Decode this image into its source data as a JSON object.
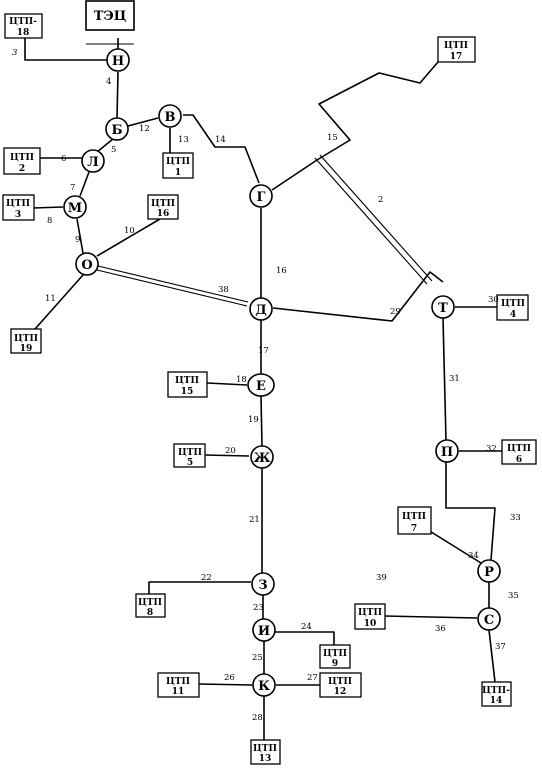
{
  "nodes": [
    {
      "id": "N",
      "label": "Н"
    },
    {
      "id": "B",
      "label": "Б"
    },
    {
      "id": "V",
      "label": "В"
    },
    {
      "id": "L",
      "label": "Л"
    },
    {
      "id": "M",
      "label": "М"
    },
    {
      "id": "O",
      "label": "О"
    },
    {
      "id": "G",
      "label": "Г"
    },
    {
      "id": "D",
      "label": "Д"
    },
    {
      "id": "T",
      "label": "Т"
    },
    {
      "id": "E",
      "label": "Е"
    },
    {
      "id": "ZH",
      "label": "Ж"
    },
    {
      "id": "P",
      "label": "П"
    },
    {
      "id": "R",
      "label": "Р"
    },
    {
      "id": "S",
      "label": "С"
    },
    {
      "id": "Z",
      "label": "З"
    },
    {
      "id": "I",
      "label": "И"
    },
    {
      "id": "K",
      "label": "К"
    }
  ],
  "source": {
    "label": "ТЭЦ"
  },
  "substations": [
    {
      "id": "c18",
      "line1": "ЦТП-",
      "line2": "18"
    },
    {
      "id": "c17",
      "line1": "ЦТП",
      "line2": "17"
    },
    {
      "id": "c2",
      "line1": "ЦТП",
      "line2": "2"
    },
    {
      "id": "c1",
      "line1": "ЦТП",
      "line2": "1"
    },
    {
      "id": "c3",
      "line1": "ЦТП",
      "line2": "3"
    },
    {
      "id": "c16",
      "line1": "ЦТП",
      "line2": "16"
    },
    {
      "id": "c19",
      "line1": "ЦТП",
      "line2": "19"
    },
    {
      "id": "c4",
      "line1": "ЦТП",
      "line2": "4"
    },
    {
      "id": "c15",
      "line1": "ЦТП",
      "line2": "15"
    },
    {
      "id": "c5",
      "line1": "ЦТП",
      "line2": "5"
    },
    {
      "id": "c6",
      "line1": "ЦТП",
      "line2": "6"
    },
    {
      "id": "c7",
      "line1": "ЦТП",
      "line2": "7"
    },
    {
      "id": "c8",
      "line1": "ЦТП",
      "line2": "8"
    },
    {
      "id": "c10",
      "line1": "ЦТП",
      "line2": "10"
    },
    {
      "id": "c9",
      "line1": "ЦТП",
      "line2": "9"
    },
    {
      "id": "c11",
      "line1": "ЦТП",
      "line2": "11"
    },
    {
      "id": "c12",
      "line1": "ЦТП",
      "line2": "12"
    },
    {
      "id": "c14",
      "line1": "ЦТП-",
      "line2": "14"
    },
    {
      "id": "c13",
      "line1": "ЦТП",
      "line2": "13"
    }
  ],
  "segments": [
    {
      "id": "s2",
      "label": "2"
    },
    {
      "id": "s3",
      "label": "3"
    },
    {
      "id": "s4",
      "label": "4"
    },
    {
      "id": "s5",
      "label": "5"
    },
    {
      "id": "s6",
      "label": "6"
    },
    {
      "id": "s7",
      "label": "7"
    },
    {
      "id": "s8",
      "label": "8"
    },
    {
      "id": "s9",
      "label": "9"
    },
    {
      "id": "s10",
      "label": "10"
    },
    {
      "id": "s11",
      "label": "11"
    },
    {
      "id": "s12",
      "label": "12"
    },
    {
      "id": "s13",
      "label": "13"
    },
    {
      "id": "s14",
      "label": "14"
    },
    {
      "id": "s15",
      "label": "15"
    },
    {
      "id": "s16",
      "label": "16"
    },
    {
      "id": "s17",
      "label": "17"
    },
    {
      "id": "s18",
      "label": "18"
    },
    {
      "id": "s19",
      "label": "19"
    },
    {
      "id": "s20",
      "label": "20"
    },
    {
      "id": "s21",
      "label": "21"
    },
    {
      "id": "s22",
      "label": "22"
    },
    {
      "id": "s23",
      "label": "23"
    },
    {
      "id": "s24",
      "label": "24"
    },
    {
      "id": "s25",
      "label": "25"
    },
    {
      "id": "s26",
      "label": "26"
    },
    {
      "id": "s27",
      "label": "27"
    },
    {
      "id": "s28",
      "label": "28"
    },
    {
      "id": "s29",
      "label": "29"
    },
    {
      "id": "s30",
      "label": "30"
    },
    {
      "id": "s31",
      "label": "31"
    },
    {
      "id": "s32",
      "label": "32"
    },
    {
      "id": "s33",
      "label": "33"
    },
    {
      "id": "s34",
      "label": "34"
    },
    {
      "id": "s35",
      "label": "35"
    },
    {
      "id": "s36",
      "label": "36"
    },
    {
      "id": "s37",
      "label": "37"
    },
    {
      "id": "s38",
      "label": "38"
    },
    {
      "id": "s39",
      "label": "39"
    }
  ]
}
